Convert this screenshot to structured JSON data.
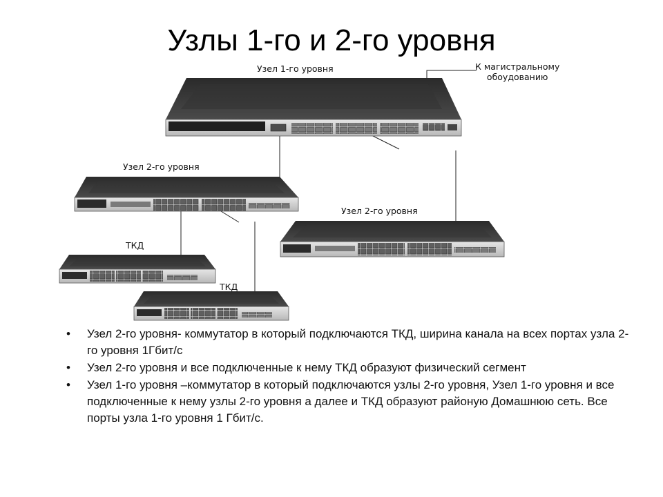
{
  "title": "Узлы 1-го и 2-го уровня",
  "labels": {
    "level1": "Узел 1-го уровня",
    "backbone_line1": "К магистральному",
    "backbone_line2": "обоудованию",
    "level2_left": "Узел 2-го уровня",
    "level2_right": "Узел 2-го уровня",
    "tkd_top": "ТКД",
    "tkd_bottom": "ТКД"
  },
  "bullets": [
    "Узел 2-го уровня- коммутатор в который подключаются ТКД, ширина канала на всех портах узла 2-го уровня 1Гбит/с",
    "Узел 2-го уровня и все подключенные к нему ТКД образуют физический сегмент",
    "Узел 1-го уровня –коммутатор в который подключаются узлы 2-го уровня, Узел 1-го уровня и все подключенные к нему узлы 2-го уровня а далее и ТКД образуют районую Домашнюю сеть. Все порты узла 1-го уровня 1 Гбит/с."
  ],
  "bullet_symbol": "•",
  "colors": {
    "switch_top": "#3a3a3a",
    "switch_front": "#d9d9d9",
    "port": "#6b6b6b",
    "line": "#222222"
  }
}
